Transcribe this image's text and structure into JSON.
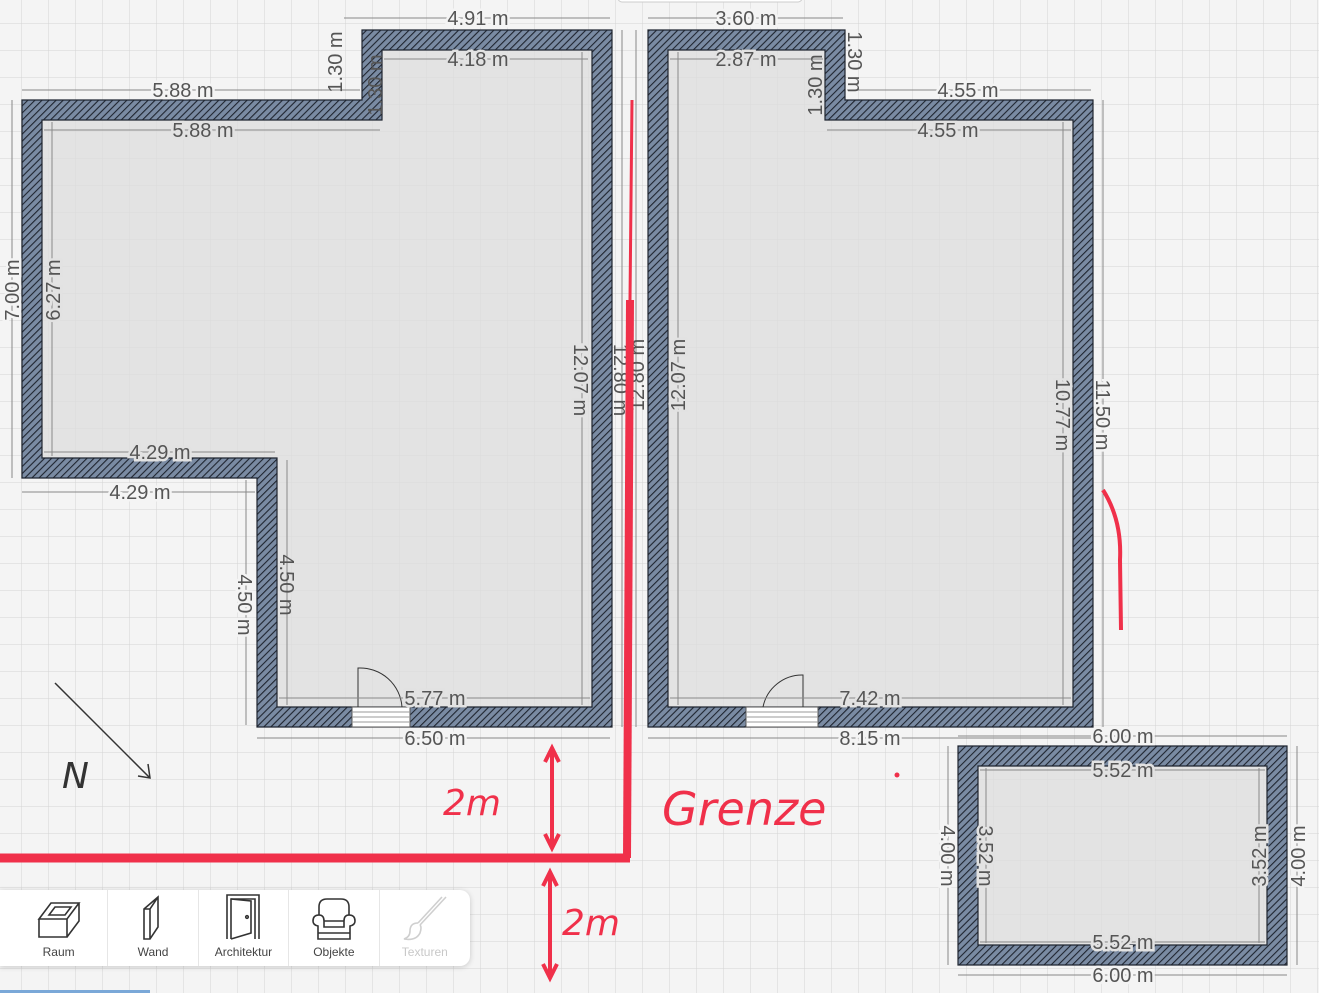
{
  "dimensions": {
    "l_top_outer": "4.91 m",
    "l_top_inner": "4.18 m",
    "l_step_outer": "1.30 m",
    "l_step_inner": "1.30 m",
    "l_left_top_outer": "5.88 m",
    "l_left_top_inner": "5.88 m",
    "l_left_outer": "7.00 m",
    "l_left_inner": "6.27 m",
    "l_mid_inner": "4.29 m",
    "l_mid_outer": "4.29 m",
    "l_lower_outer": "4.50 m",
    "l_lower_inner": "4.50 m",
    "l_bottom_inner": "5.77 m",
    "l_bottom_outer": "6.50 m",
    "l_right_inner": "12.07 m",
    "l_right_outer": "12.80 m",
    "r_left_outer": "12.80 m",
    "r_left_inner": "12.07 m",
    "r_top_outer": "3.60 m",
    "r_top_inner": "2.87 m",
    "r_step_inner": "1.30 m",
    "r_step_outer": "1.30 m",
    "r_right_top_outer": "4.55 m",
    "r_right_top_inner": "4.55 m",
    "r_right_inner": "10.77 m",
    "r_right_outer": "11.50 m",
    "r_bottom_inner": "7.42 m",
    "r_bottom_outer": "8.15 m",
    "s_top_outer": "6.00 m",
    "s_top_inner": "5.52 m",
    "s_left_outer": "4.00 m",
    "s_left_inner": "3.52 m",
    "s_right_inner": "3.52 m",
    "s_right_outer": "4.00 m",
    "s_bottom_inner": "5.52 m",
    "s_bottom_outer": "6.00 m"
  },
  "annotations": {
    "north": "N",
    "boundary": "Grenze",
    "distance_upper": "2m",
    "distance_lower": "2m",
    "color": "#f0304a"
  },
  "toolbar": {
    "items": [
      {
        "label": "Raum",
        "icon": "room-box-icon"
      },
      {
        "label": "Wand",
        "icon": "wall-icon"
      },
      {
        "label": "Architektur",
        "icon": "door-icon"
      },
      {
        "label": "Objekte",
        "icon": "armchair-icon"
      },
      {
        "label": "Texturen",
        "icon": "paintbrush-icon",
        "disabled": true
      }
    ]
  }
}
